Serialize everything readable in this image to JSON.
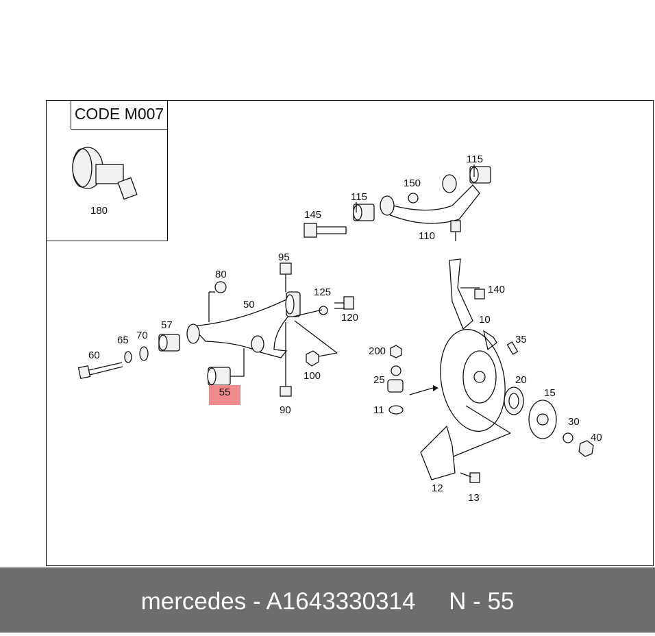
{
  "inset": {
    "code": "CODE M007",
    "part": "180"
  },
  "highlight": {
    "label": "55",
    "color": "#f28a8c"
  },
  "callouts": [
    "115",
    "150",
    "115",
    "145",
    "110",
    "95",
    "80",
    "125",
    "120",
    "50",
    "57",
    "65",
    "70",
    "60",
    "100",
    "55",
    "90",
    "140",
    "10",
    "35",
    "200",
    "25",
    "11",
    "20",
    "15",
    "30",
    "40",
    "12",
    "13"
  ],
  "footer": {
    "brand": "mercedes",
    "separator": "-",
    "part_number": "A1643330314",
    "position": "N - 55",
    "background": "#6d6d6d"
  }
}
